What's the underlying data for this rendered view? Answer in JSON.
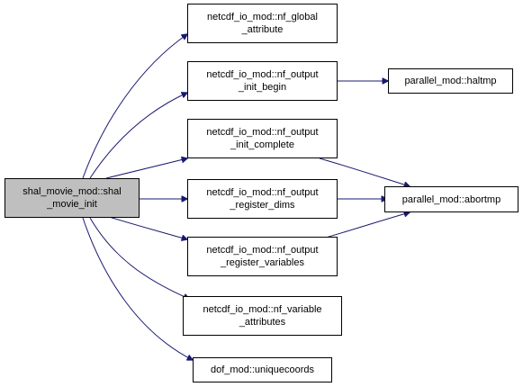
{
  "graph": {
    "edge_color": "#191970",
    "nodes": {
      "root": {
        "line1": "shal_movie_mod::shal",
        "line2": "_movie_init"
      },
      "global": {
        "line1": "netcdf_io_mod::nf_global",
        "line2": "_attribute"
      },
      "begin": {
        "line1": "netcdf_io_mod::nf_output",
        "line2": "_init_begin"
      },
      "complete": {
        "line1": "netcdf_io_mod::nf_output",
        "line2": "_init_complete"
      },
      "dims": {
        "line1": "netcdf_io_mod::nf_output",
        "line2": "_register_dims"
      },
      "variables": {
        "line1": "netcdf_io_mod::nf_output",
        "line2": "_register_variables"
      },
      "varattr": {
        "line1": "netcdf_io_mod::nf_variable",
        "line2": "_attributes"
      },
      "unique": {
        "line1": "dof_mod::uniquecoords"
      },
      "haltmp": {
        "line1": "parallel_mod::haltmp"
      },
      "abortmp": {
        "line1": "parallel_mod::abortmp"
      }
    },
    "edges": [
      {
        "from": "root",
        "to": "global"
      },
      {
        "from": "root",
        "to": "begin"
      },
      {
        "from": "root",
        "to": "complete"
      },
      {
        "from": "root",
        "to": "dims"
      },
      {
        "from": "root",
        "to": "variables"
      },
      {
        "from": "root",
        "to": "varattr"
      },
      {
        "from": "root",
        "to": "unique"
      },
      {
        "from": "begin",
        "to": "haltmp"
      },
      {
        "from": "complete",
        "to": "abortmp"
      },
      {
        "from": "dims",
        "to": "abortmp"
      },
      {
        "from": "variables",
        "to": "abortmp"
      }
    ]
  }
}
